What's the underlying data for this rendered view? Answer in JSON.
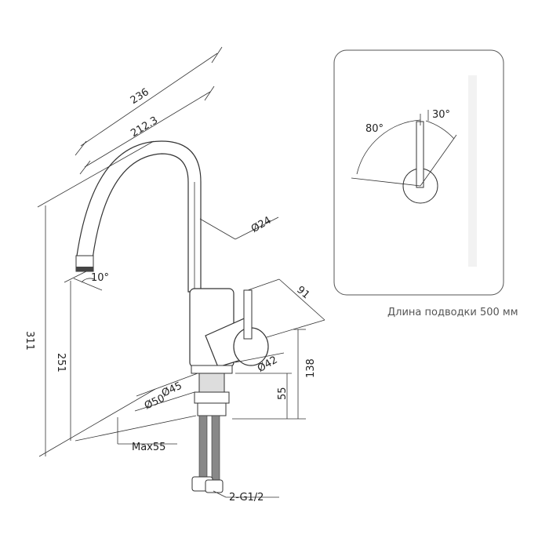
{
  "dimensions": {
    "total_reach": "236",
    "spout_reach": "212.3",
    "spout_diameter": "Ø24",
    "spout_angle": "10°",
    "total_height": "311",
    "spout_height": "251",
    "handle_reach": "91",
    "handle_diameter": "Ø42",
    "body_height": "138",
    "base_height": "55",
    "base_diameter_1": "Ø45",
    "base_diameter_2": "Ø50",
    "max_thickness": "Max55",
    "connection": "2-G1/2"
  },
  "handle_rotation": {
    "left_angle": "80°",
    "right_angle": "30°"
  },
  "hose_length_label": "Длина подводки 500 мм"
}
